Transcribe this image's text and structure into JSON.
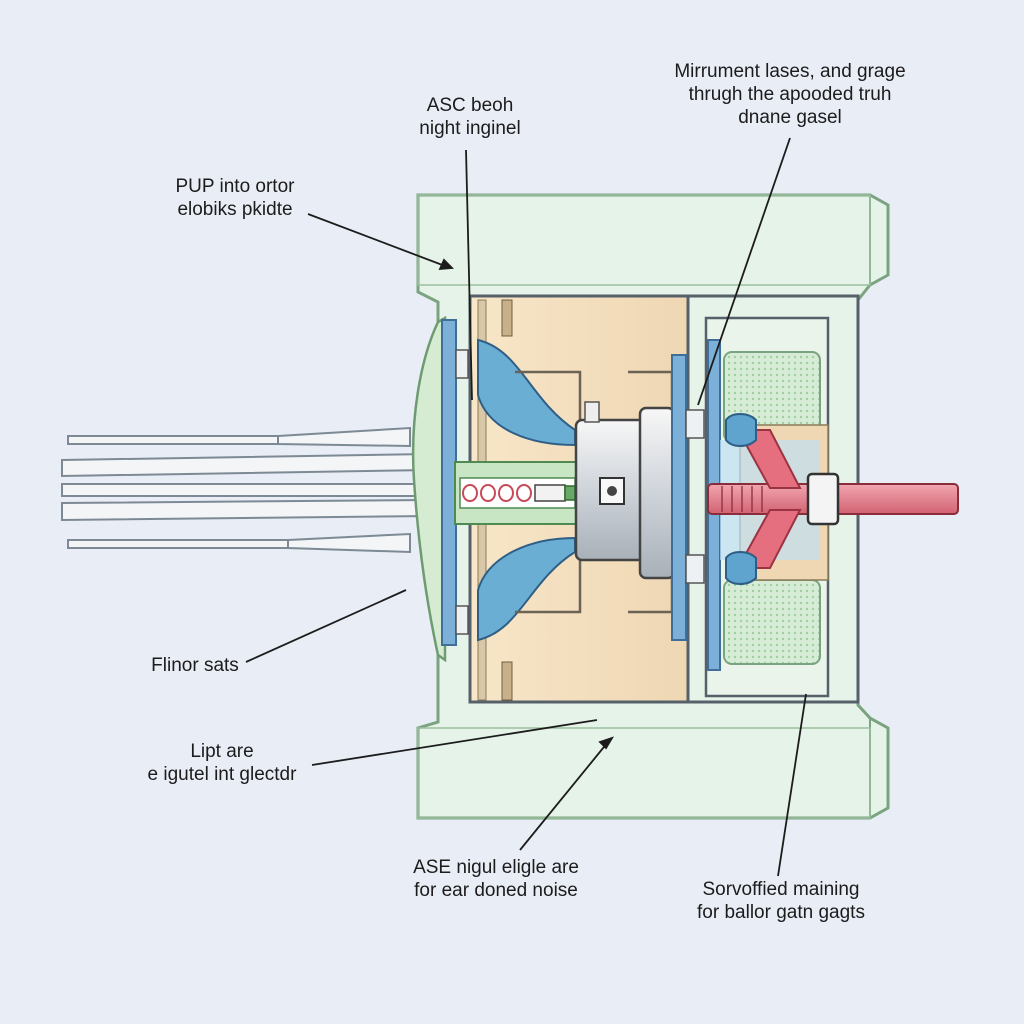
{
  "labels": {
    "top_center": {
      "line1": "ASC beoh",
      "line2": "night inginel"
    },
    "top_right": {
      "line1": "Mirrument lases, and grage",
      "line2": "thrugh the ароoded truh",
      "line3": "dnane gasel"
    },
    "left_upper": {
      "line1": "PUP into ortor",
      "line2": "elobiks pkidte"
    },
    "left_mid": {
      "line1": "Flinor sats"
    },
    "left_lower": {
      "line1": "Lipt are",
      "line2": "e igutel int glectdr"
    },
    "bottom_center": {
      "line1": "ASE nigul eligle are",
      "line2": "for ear doned noise"
    },
    "bottom_right": {
      "line1": "Sorvoffied maining",
      "line2": "for ballor gatn gagts"
    }
  },
  "colors": {
    "background": "#e9edf6",
    "housing_fill": "#e6f3e8",
    "housing_stroke": "#7aa47f",
    "chamber_fill": "#f4dfbf",
    "impeller_blue": "#6aaed4",
    "hub_grey": "#d9dde2",
    "red_shaft": "#e07a86",
    "packing_green": "#cfe8cf"
  }
}
